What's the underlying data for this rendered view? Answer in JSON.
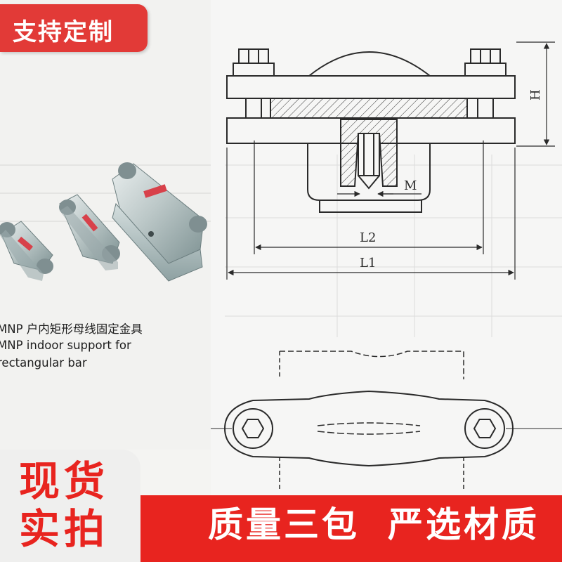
{
  "badge": {
    "text": "支持定制"
  },
  "product": {
    "caption_cn": "MNP 户内矩形母线固定金具",
    "caption_en_line1": "MNP indoor support for",
    "caption_en_line2": "rectangular bar"
  },
  "drawing": {
    "dimension_labels": {
      "h": "H",
      "m": "M",
      "l2": "L2",
      "l1": "L1"
    }
  },
  "promo": {
    "spot_line1": "现货",
    "spot_line2": "实拍",
    "slogan1": "质量三包",
    "slogan2": "严选材质"
  },
  "colors": {
    "brand_red": "#e8241f",
    "tag_red": "#e23a37",
    "drawing_line": "#2a2a2a"
  },
  "icons": [
    "product-photo",
    "technical-drawing"
  ]
}
